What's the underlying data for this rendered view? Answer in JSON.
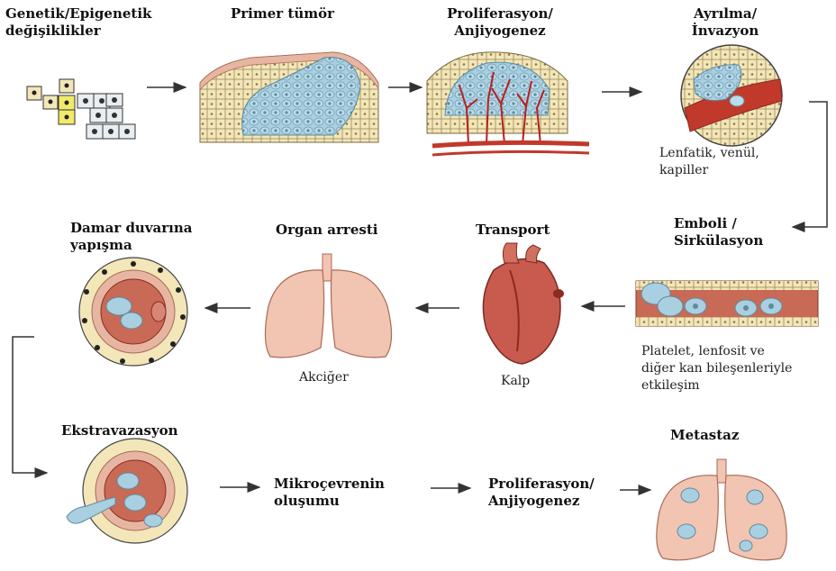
{
  "steps": {
    "genetic": {
      "line1": "Genetik/Epigenetik",
      "line2": "değişiklikler"
    },
    "primary_tumor": {
      "label": "Primer tümör"
    },
    "proliferation_1": {
      "line1": "Proliferasyon/",
      "line2": "Anjiyogenez"
    },
    "detachment": {
      "line1": "Ayrılma/",
      "line2": "İnvazyon"
    },
    "detachment_note": {
      "line1": "Lenfatik, venül,",
      "line2": "kapiller"
    },
    "emboli": {
      "line1": "Emboli /",
      "line2": "Sirkülasyon"
    },
    "emboli_note": {
      "line1": "Platelet, lenfosit ve",
      "line2": "diğer kan bileşenleriyle",
      "line3": "etkileşim"
    },
    "transport": {
      "label": "Transport",
      "caption": "Kalp"
    },
    "organ_arrest": {
      "label": "Organ arresti",
      "caption": "Akciğer"
    },
    "adhesion": {
      "line1": "Damar duvarına",
      "line2": "yapışma"
    },
    "extravasation": {
      "label": "Ekstravazasyon"
    },
    "microenvironment": {
      "line1": "Mikroçevrenin",
      "line2": "oluşumu"
    },
    "proliferation_2": {
      "line1": "Proliferasyon/",
      "line2": "Anjiyogenez"
    },
    "metastasis": {
      "label": "Metastaz"
    }
  },
  "colors": {
    "cell_fill": "#f3e6b8",
    "tumor_cell": "#a9cfe0",
    "vessel_red": "#c0392b",
    "organ_pink": "#f2c4b2",
    "arrow": "#333333"
  }
}
